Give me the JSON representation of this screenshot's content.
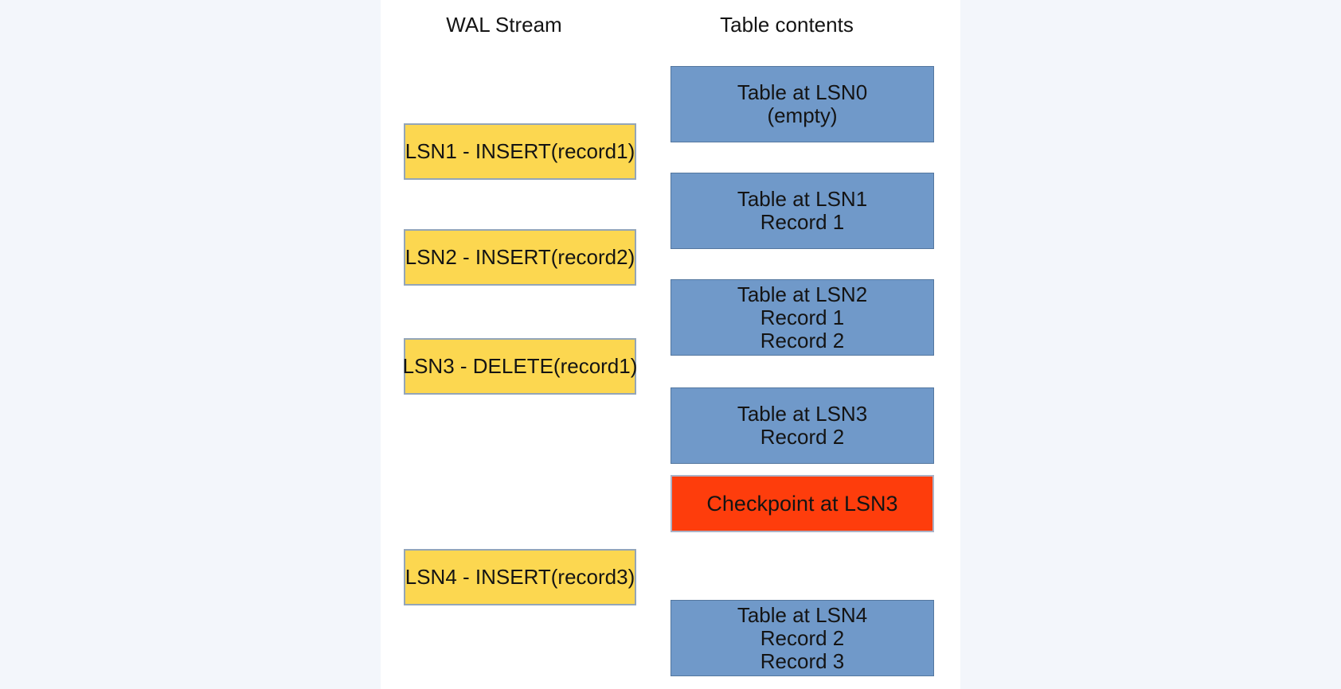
{
  "headers": {
    "wal": "WAL Stream",
    "table": "Table contents"
  },
  "wal_stream": [
    {
      "label": "LSN1 - INSERT(record1)"
    },
    {
      "label": "LSN2 - INSERT(record2)"
    },
    {
      "label": "LSN3 - DELETE(record1)"
    },
    {
      "label": "LSN4 - INSERT(record3)"
    }
  ],
  "table_states": [
    {
      "lines": [
        "Table at LSN0",
        "(empty)"
      ]
    },
    {
      "lines": [
        "Table at LSN1",
        "Record 1"
      ]
    },
    {
      "lines": [
        "Table at LSN2",
        "Record 1",
        "Record 2"
      ]
    },
    {
      "lines": [
        "Table at LSN3",
        "Record 2"
      ]
    },
    {
      "lines": [
        "Table at LSN4",
        "Record 2",
        "Record 3"
      ]
    }
  ],
  "checkpoint": {
    "label": "Checkpoint at LSN3"
  },
  "colors": {
    "background": "#f3f6fb",
    "panel": "#ffffff",
    "text": "#141414",
    "wal_box_fill": "#fcd750",
    "wal_box_border": "#93a5b8",
    "table_box_fill": "#7099c9",
    "table_box_border": "#54779f",
    "checkpoint_fill": "#fe3d0c",
    "checkpoint_border": "#abb2c6"
  }
}
